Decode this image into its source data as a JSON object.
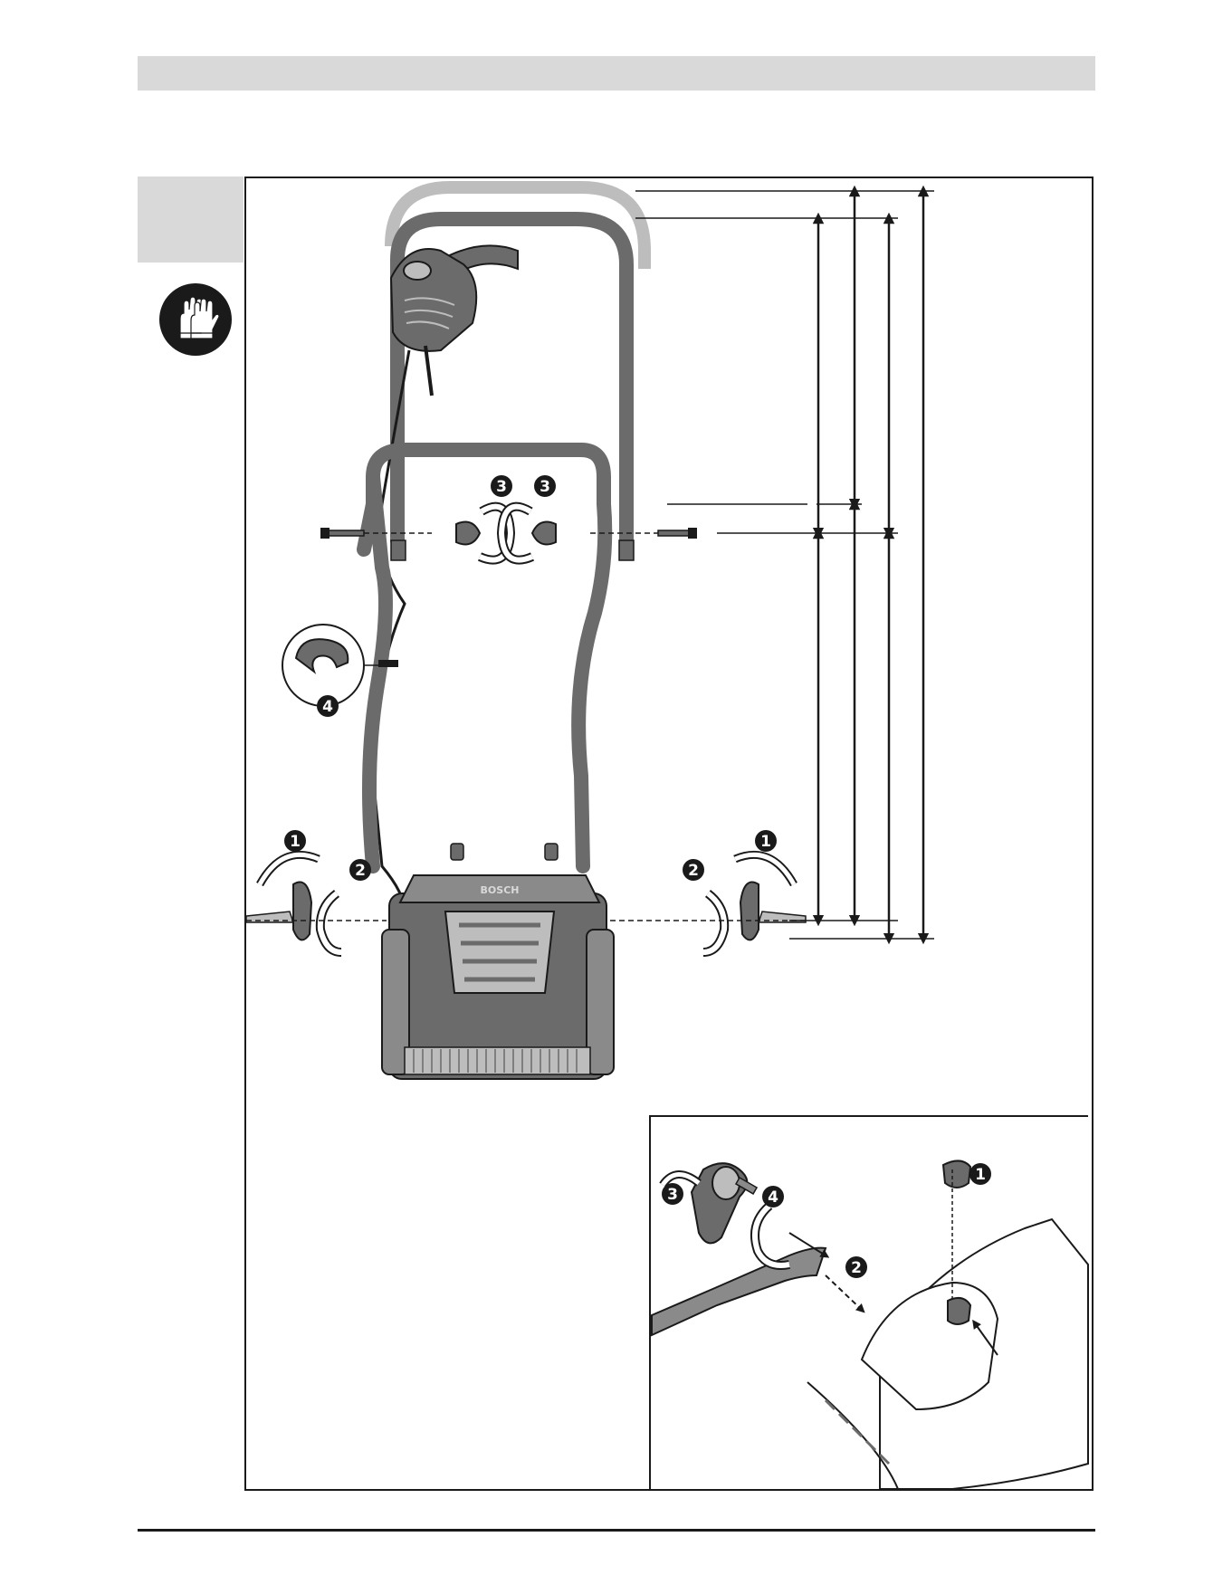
{
  "page": {
    "accent_gray": "#d9d9d9",
    "line_color": "#1a1a1a"
  },
  "icons": {
    "safety": "gloves-icon"
  },
  "main_figure": {
    "knob_steps": [
      "1",
      "1"
    ],
    "washer_steps": [
      "2",
      "2"
    ],
    "nut_steps": [
      "3",
      "3"
    ],
    "cable_clip_step": "4",
    "brand": "BOSCH"
  },
  "detail_figure": {
    "steps": [
      "1",
      "2",
      "3",
      "4"
    ]
  }
}
